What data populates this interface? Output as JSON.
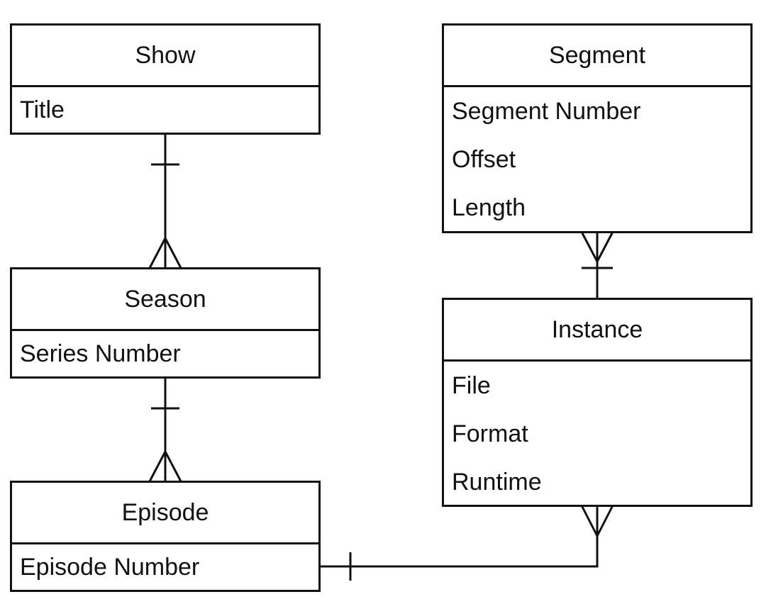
{
  "entities": {
    "show": {
      "name": "Show",
      "attributes": [
        "Title"
      ]
    },
    "season": {
      "name": "Season",
      "attributes": [
        "Series Number"
      ]
    },
    "episode": {
      "name": "Episode",
      "attributes": [
        "Episode Number"
      ]
    },
    "segment": {
      "name": "Segment",
      "attributes": [
        "Segment Number",
        "Offset",
        "Length"
      ]
    },
    "instance": {
      "name": "Instance",
      "attributes": [
        "File",
        "Format",
        "Runtime"
      ]
    }
  },
  "relationships": [
    {
      "from": "Show",
      "to": "Season",
      "from_cardinality": "one",
      "to_cardinality": "many"
    },
    {
      "from": "Season",
      "to": "Episode",
      "from_cardinality": "one",
      "to_cardinality": "many"
    },
    {
      "from": "Instance",
      "to": "Segment",
      "from_cardinality": "one",
      "to_cardinality": "many"
    },
    {
      "from": "Episode",
      "to": "Instance",
      "from_cardinality": "one",
      "to_cardinality": "many"
    }
  ],
  "colors": {
    "stroke": "#111111",
    "background": "#ffffff"
  }
}
